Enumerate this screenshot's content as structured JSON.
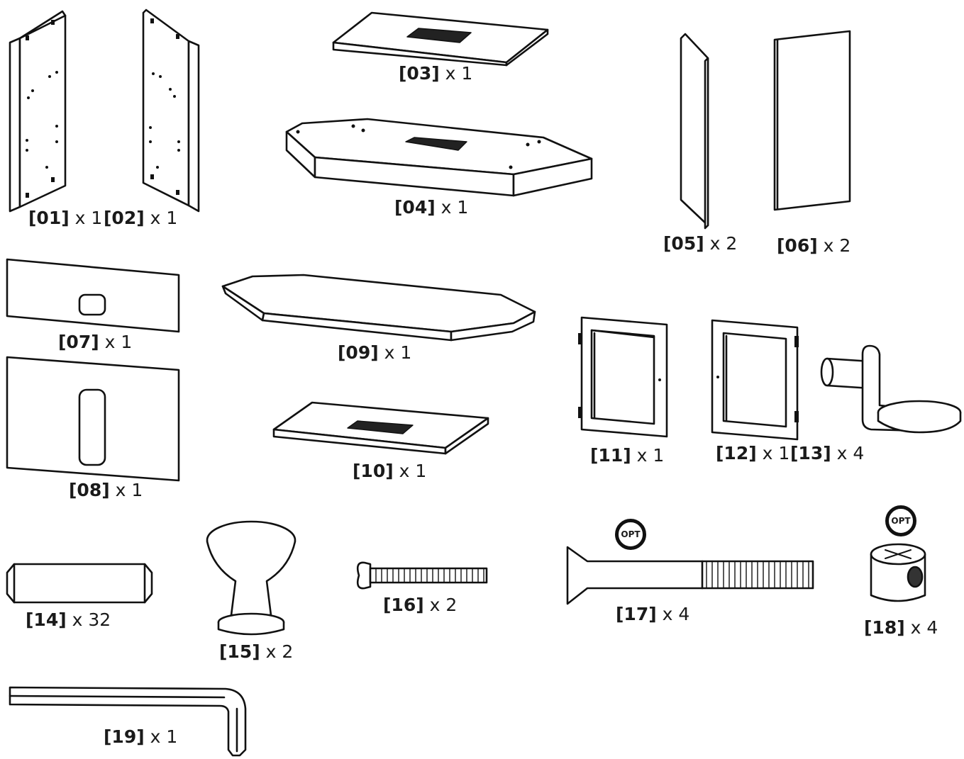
{
  "parts": [
    {
      "code": "[01]",
      "qty": "x 1"
    },
    {
      "code": "[02]",
      "qty": "x 1"
    },
    {
      "code": "[03]",
      "qty": "x 1"
    },
    {
      "code": "[04]",
      "qty": "x 1"
    },
    {
      "code": "[05]",
      "qty": "x 2"
    },
    {
      "code": "[06]",
      "qty": "x 2"
    },
    {
      "code": "[07]",
      "qty": "x 1"
    },
    {
      "code": "[08]",
      "qty": "x 1"
    },
    {
      "code": "[09]",
      "qty": "x 1"
    },
    {
      "code": "[10]",
      "qty": "x 1"
    },
    {
      "code": "[11]",
      "qty": "x 1"
    },
    {
      "code": "[12]",
      "qty": "x 1"
    },
    {
      "code": "[13]",
      "qty": "x 4"
    },
    {
      "code": "[14]",
      "qty": "x 32"
    },
    {
      "code": "[15]",
      "qty": "x 2"
    },
    {
      "code": "[16]",
      "qty": "x 2"
    },
    {
      "code": "[17]",
      "qty": "x 4"
    },
    {
      "code": "[18]",
      "qty": "x 4"
    },
    {
      "code": "[19]",
      "qty": "x 1"
    }
  ],
  "badges": {
    "optional": "OPT"
  }
}
